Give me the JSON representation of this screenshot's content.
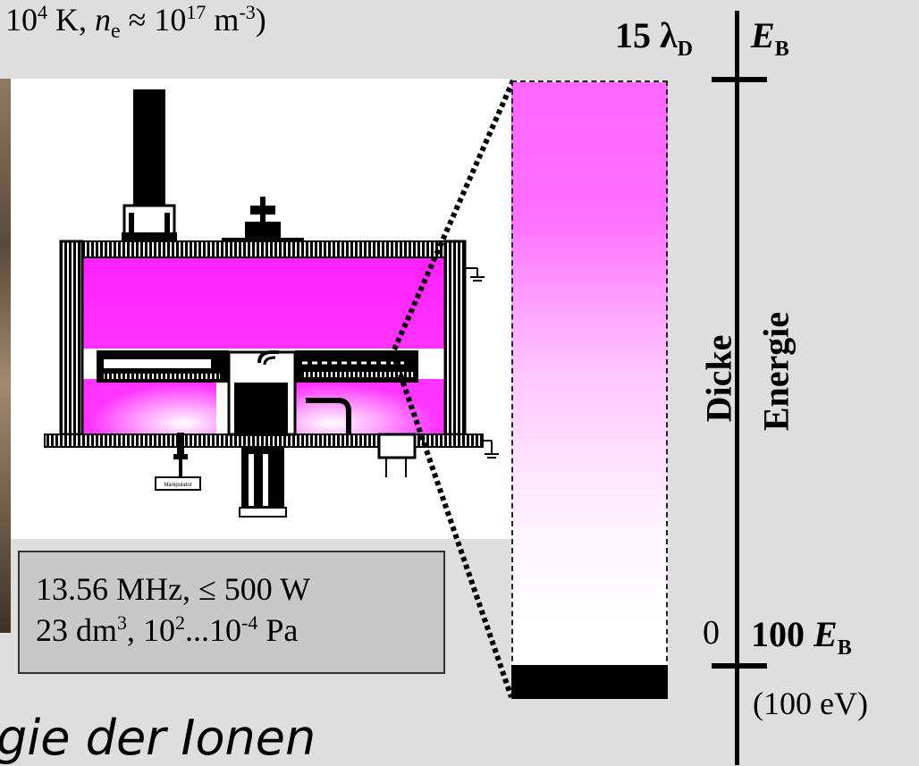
{
  "conditions": {
    "prefix": "10",
    "temp_exp": "4",
    "temp_unit": " K,  ",
    "density_symbol": "n",
    "density_sub": "e",
    "density_value": " ≈ 10",
    "density_exp": "17",
    "density_unit": " m",
    "density_unit_exp": "-3",
    "suffix": ")"
  },
  "info_box": {
    "line1": "13.56 MHz,  ≤ 500 W",
    "line2_volume": "23 dm",
    "line2_volume_exp": "3",
    "line2_pressure_a": ",  10",
    "line2_pressure_a_exp": "2",
    "line2_pressure_b": "...10",
    "line2_pressure_b_exp": "-4",
    "line2_pressure_unit": " Pa"
  },
  "apparatus": {
    "label": "Manipulator",
    "glow_color": "#ff33ff"
  },
  "scale": {
    "thickness_top_value": "15 λ",
    "thickness_top_sub": "D",
    "thickness_bottom": "0",
    "thickness_axis_label": "Dicke",
    "energy_top_symbol": "E",
    "energy_top_sub": "B",
    "energy_bottom_prefix": "100 ",
    "energy_bottom_symbol": "E",
    "energy_bottom_sub": "B",
    "energy_bottom_note": "(100 eV)",
    "energy_axis_label": "Energie",
    "gradient_top_color": "#ff66ff",
    "gradient_bottom_color": "#ffffff"
  },
  "bottom_text": "gie der Ionen"
}
